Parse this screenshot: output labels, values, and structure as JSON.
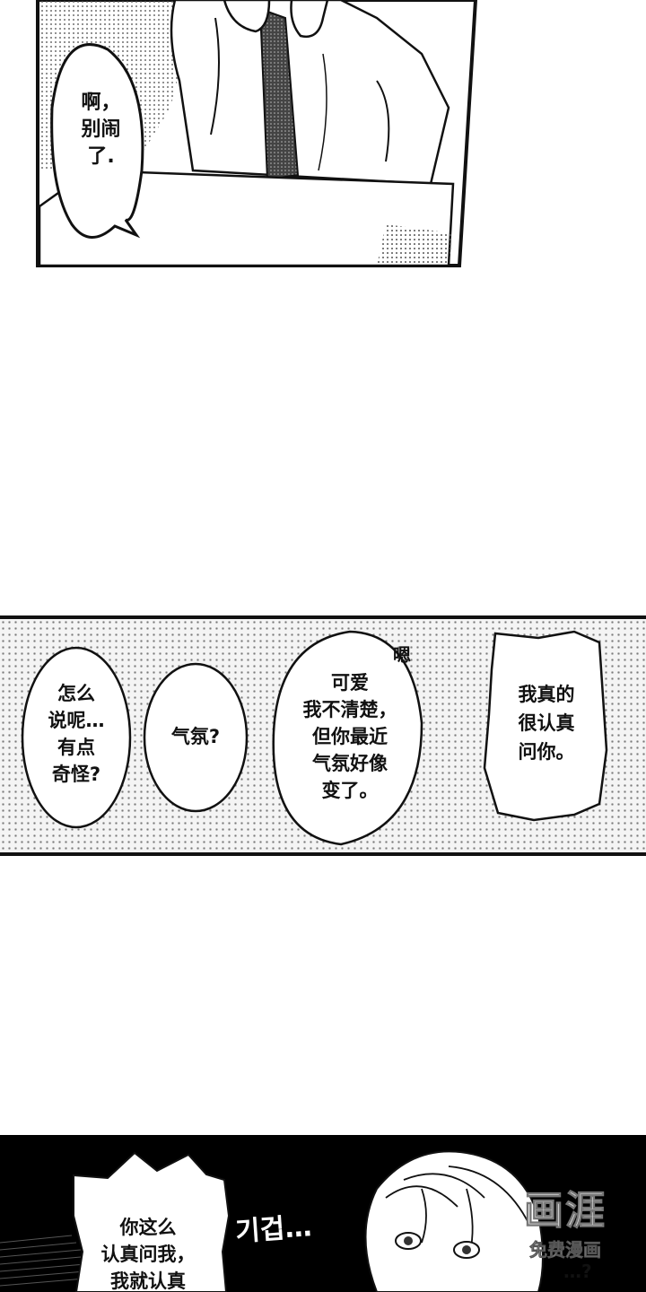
{
  "panel_top": {
    "bubble_lines": [
      "啊，",
      "别闹",
      "了."
    ]
  },
  "panel_middle": {
    "bubble_1_lines": [
      "怎么",
      "说呢…",
      "有点",
      "奇怪?"
    ],
    "bubble_2_lines": [
      "气氛?"
    ],
    "bubble_3_lines": [
      "可爱",
      "我不清楚，",
      "但你最近",
      "气氛好像",
      "变了。"
    ],
    "sfx_en": "嗯",
    "bubble_4_lines": [
      "我真的",
      "很认真",
      "问你。"
    ]
  },
  "panel_bottom": {
    "bubble_lines": [
      "你这么",
      "认真问我，",
      "我就认真"
    ],
    "sfx_korean": "기겁…",
    "small_text": "…?",
    "watermark_title": "画涯",
    "watermark_sub": "免费漫画"
  }
}
